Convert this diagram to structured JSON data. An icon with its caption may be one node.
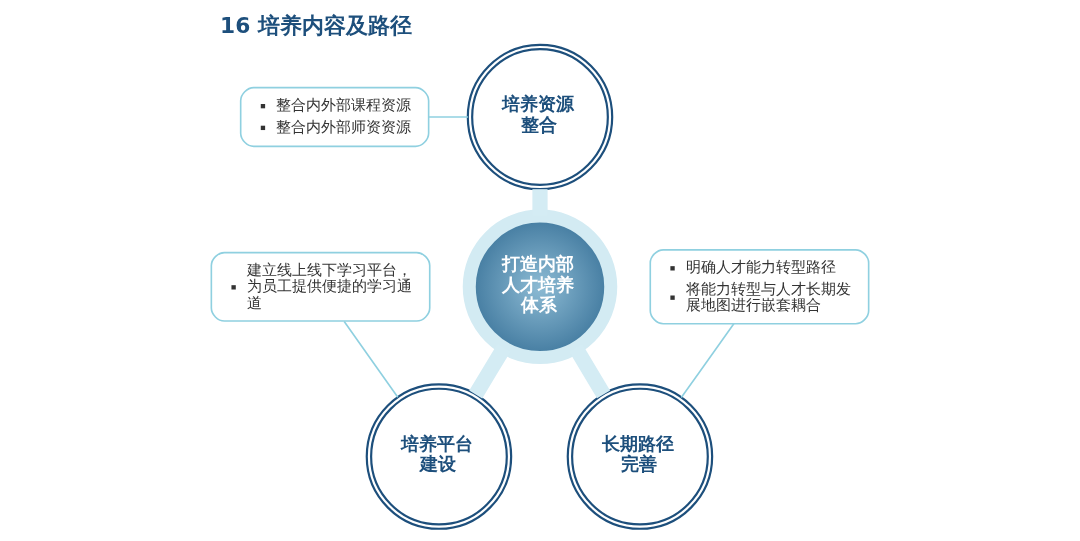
{
  "diagram": {
    "title": "16 培养内容及路径",
    "nodes": [
      {
        "text": [
          "打造内部人才培养体系"
        ]
      },
      {
        "text": [
          "培养资源整合"
        ]
      },
      {
        "text": [
          "整合内外部课程资源",
          "整合内外部师资资源"
        ]
      },
      {
        "text": [
          "培养平台建设"
        ]
      },
      {
        "text": [
          "建立线上线下学习平台，为员工提供便捷的学习通道"
        ]
      },
      {
        "text": [
          "长期路径完善"
        ]
      },
      {
        "text": [
          "明确人才能力转型路径",
          "将能力转型与人才长期发展地图进行嵌套耦合"
        ]
      }
    ],
    "edges": [
      {
        "from": 1,
        "to": 0,
        "arrow": "none",
        "style": "thick",
        "color": "#d4ecf4"
      },
      {
        "from": 0,
        "to": 3,
        "arrow": "none",
        "style": "thick",
        "color": "#d4ecf4"
      },
      {
        "from": 0,
        "to": 5,
        "arrow": "none",
        "style": "thick",
        "color": "#d4ecf4"
      },
      {
        "from": 2,
        "to": 1,
        "arrow": "none"
      },
      {
        "from": 4,
        "to": 3,
        "arrow": "none"
      },
      {
        "from": 6,
        "to": 5,
        "arrow": "none"
      }
    ]
  }
}
